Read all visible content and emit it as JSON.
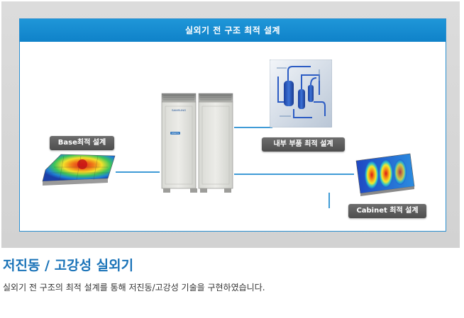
{
  "diagram": {
    "title": "실외기 전 구조 최적 설계",
    "labels": {
      "base": "Base최적 설계",
      "internal": "내부 부품 최적 설계",
      "cabinet": "Cabinet 최적 설계"
    },
    "unit": {
      "brand": "SAMSUNG",
      "model": "DVM S"
    }
  },
  "section": {
    "heading": "저진동 / 고강성 실외기",
    "description": "실외기 전 구조의 최적 설계를 통해 저진동/고강성 기술을 구현하였습니다."
  },
  "colors": {
    "accent": "#1a73b8",
    "panel_border": "#2b8fd0",
    "connector": "#3f9bd6"
  }
}
